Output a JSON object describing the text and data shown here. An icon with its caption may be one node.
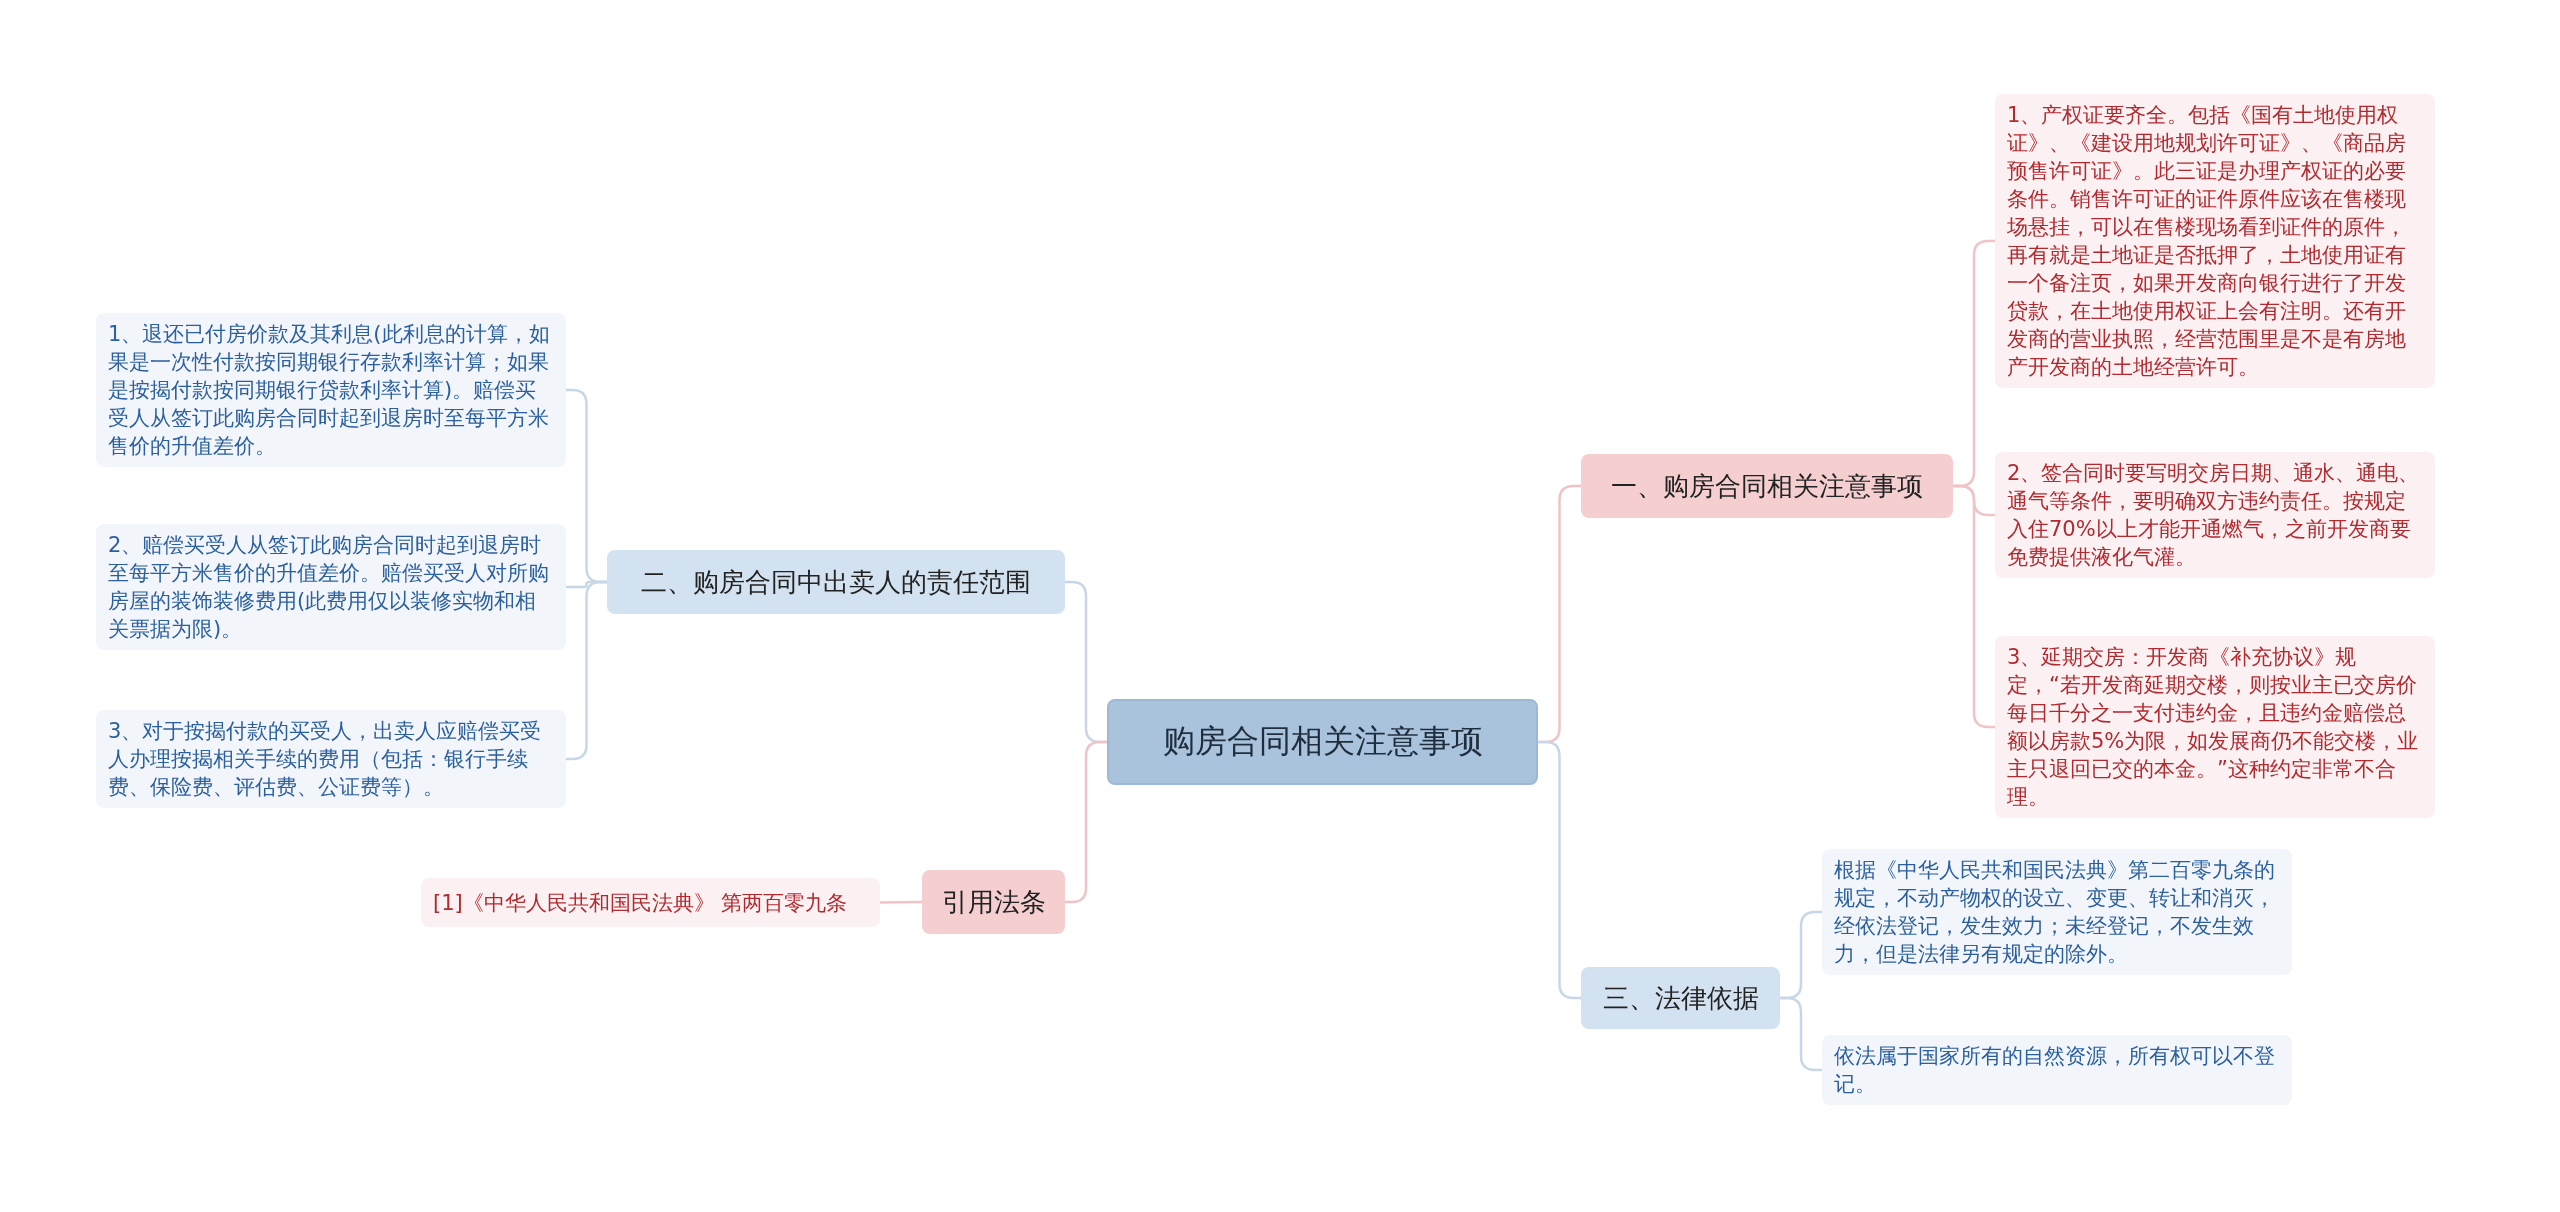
{
  "diagram": {
    "nodes": [
      {
        "text": [
          "购房合同相关注意事项"
        ]
      },
      {
        "text": [
          "一、购房合同相关注意事项"
        ]
      },
      {
        "text": [
          "1、产权证要齐全。包括《国有土地使用权证》、《建设用地规划许可证》、《商品房预售许可证》。此三证是办理产权证的必要条件。销售许可证的证件原件应该在售楼现场悬挂，可以在售楼现场看到证件的原件，再有就是土地证是否抵押了，土地使用证有一个备注页，如果开发商向银行进行了开发贷款，在土地使用权证上会有注明。还有开发商的营业执照，经营范围里是不是有房地产开发商的土地经营许可。"
        ]
      },
      {
        "text": [
          "2、签合同时要写明交房日期、通水、通电、通气等条件，要明确双方违约责任。按规定入住70%以上才能开通燃气，之前开发商要免费提供液化气灌。"
        ]
      },
      {
        "text": [
          "3、延期交房：开发商《补充协议》规定，“若开发商延期交楼，则按业主已交房价每日千分之一支付违约金，且违约金赔偿总额以房款5%为限，如发展商仍不能交楼，业主只退回已交的本金。”这种约定非常不合理。"
        ]
      },
      {
        "text": [
          "二、购房合同中出卖人的责任范围"
        ]
      },
      {
        "text": [
          "1、退还已付房价款及其利息(此利息的计算，如果是一次性付款按同期银行存款利率计算；如果是按揭付款按同期银行贷款利率计算)。赔偿买受人从签订此购房合同时起到退房时至每平方米售价的升值差价。"
        ]
      },
      {
        "text": [
          "2、赔偿买受人从签订此购房合同时起到退房时至每平方米售价的升值差价。赔偿买受人对所购房屋的装饰装修费用(此费用仅以装修实物和相关票据为限)。"
        ]
      },
      {
        "text": [
          "3、对于按揭付款的买受人，出卖人应赔偿买受人办理按揭相关手续的费用（包括：银行手续费、保险费、评估费、公证费等）。"
        ]
      },
      {
        "text": [
          "三、法律依据"
        ]
      },
      {
        "text": [
          "根据《中华人民共和国民法典》第二百零九条的规定，不动产物权的设立、变更、转让和消灭，经依法登记，发生效力；未经登记，不发生效力，但是法律另有规定的除外。"
        ]
      },
      {
        "text": [
          "依法属于国家所有的自然资源，所有权可以不登记。"
        ]
      },
      {
        "text": [
          "引用法条"
        ]
      },
      {
        "text": [
          "[1]《中华人民共和国民法典》 第两百零九条"
        ]
      }
    ],
    "edges": [
      {
        "from": 0,
        "to": 1,
        "arrow": "none",
        "color": "#f0c4c6"
      },
      {
        "from": 1,
        "to": 2,
        "arrow": "none",
        "color": "#f0c4c6"
      },
      {
        "from": 1,
        "to": 3,
        "arrow": "none",
        "color": "#f0c4c6"
      },
      {
        "from": 1,
        "to": 4,
        "arrow": "none",
        "color": "#f0c4c6"
      },
      {
        "from": 0,
        "to": 5,
        "arrow": "none"
      },
      {
        "from": 5,
        "to": 6,
        "arrow": "none"
      },
      {
        "from": 5,
        "to": 7,
        "arrow": "none"
      },
      {
        "from": 5,
        "to": 8,
        "arrow": "none"
      },
      {
        "from": 0,
        "to": 9,
        "arrow": "none"
      },
      {
        "from": 9,
        "to": 10,
        "arrow": "none"
      },
      {
        "from": 9,
        "to": 11,
        "arrow": "none"
      },
      {
        "from": 0,
        "to": 12,
        "arrow": "none",
        "color": "#f0c4c6"
      },
      {
        "from": 12,
        "to": 13,
        "arrow": "none",
        "color": "#f0c4c6"
      }
    ]
  }
}
